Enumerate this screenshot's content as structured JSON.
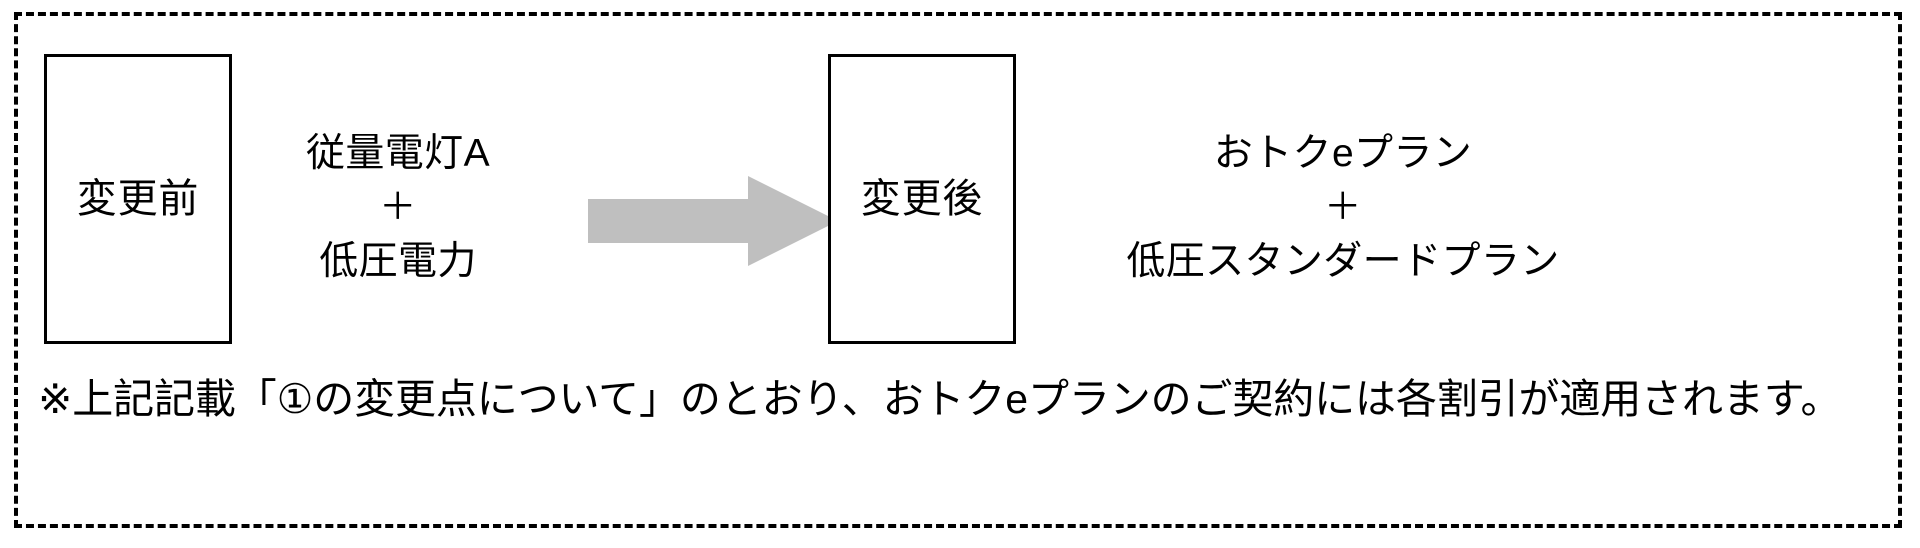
{
  "diagram": {
    "before": {
      "box_label": "変更前",
      "plan_lines": [
        "従量電灯A",
        "＋",
        "低圧電力"
      ]
    },
    "after": {
      "box_label": "変更後",
      "plan_lines": [
        "おトクeプラン",
        "＋",
        "低圧スタンダードプラン"
      ]
    },
    "arrow": {
      "icon": "right-arrow-icon",
      "color": "#bfbfbf",
      "direction": "right"
    },
    "note": "※上記記載「①の変更点について」のとおり、おトクeプランのご契約には各割引が適用されます。",
    "colors": {
      "border": "#000000",
      "background": "#ffffff",
      "arrow_fill": "#bfbfbf",
      "text": "#000000"
    }
  }
}
